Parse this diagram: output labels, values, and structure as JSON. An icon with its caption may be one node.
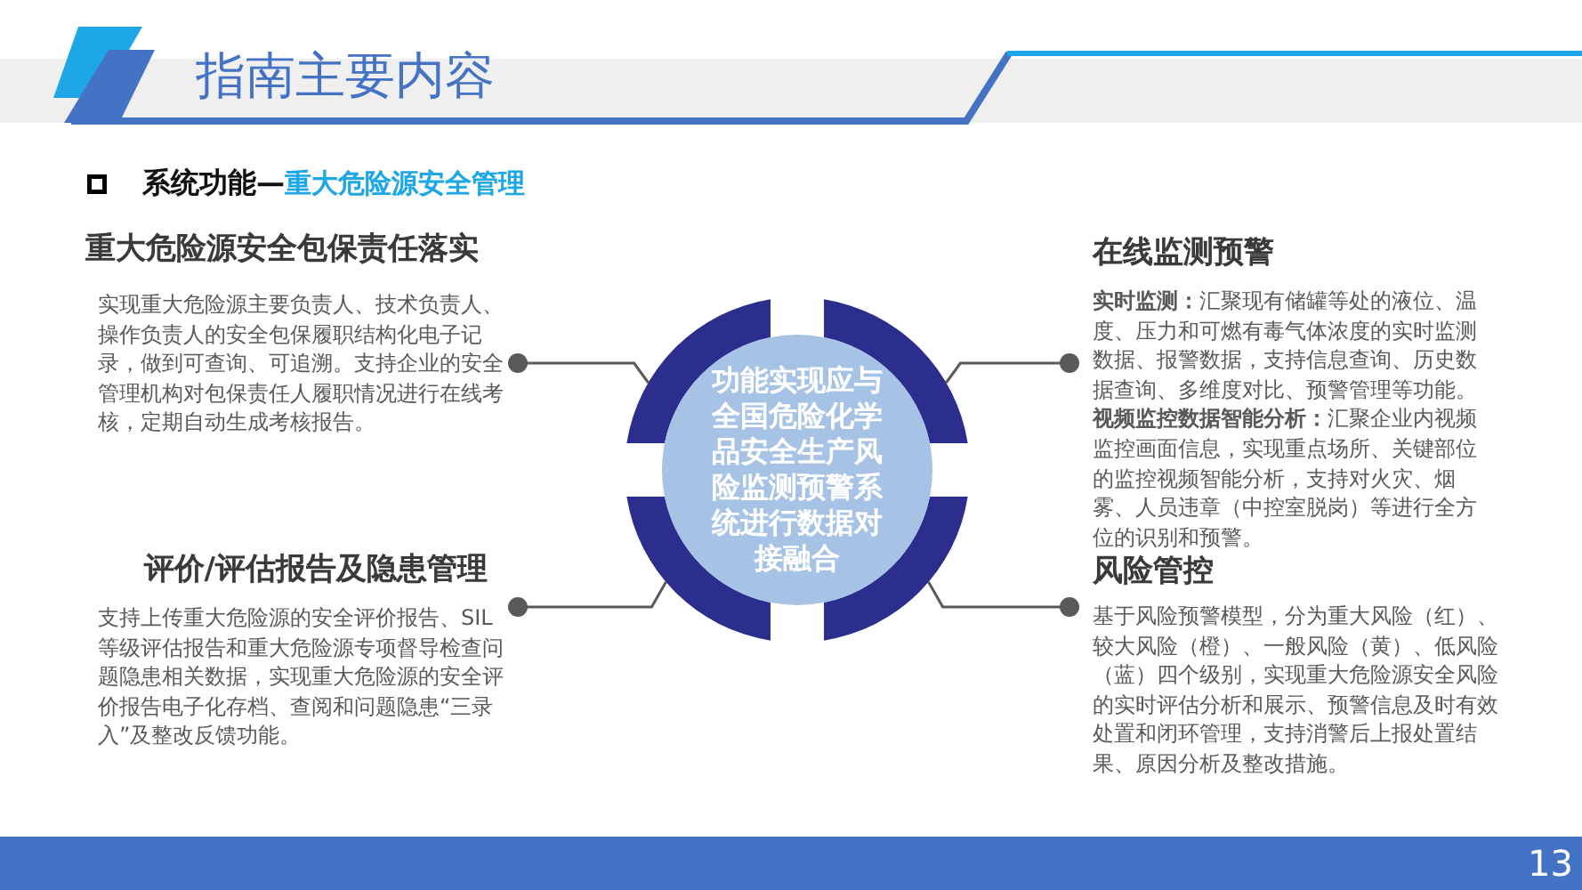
{
  "diagram": {
    "title": "指南主要内容",
    "nodes": [
      {
        "text": [
          "重大危险源安全包保责任落实",
          "实现重大危险源主要负责人、技术负责人、操作负责人的安全包保履职结构化电子记录，做到可查询、可追溯。支持企业的安全管理机构对包保责任人履职情况进行在线考核，定期自动生成考核报告。"
        ]
      },
      {
        "text": [
          "在线监测预警",
          "**实时监测：**汇聚现有储罐等处的液位、温度、压力和可燃有毒气体浓度的实时监测数据、报警数据，支持信息查询、历史数据查询、多维度对比、预警管理等功能。",
          "**视频监控数据智能分析：**汇聚企业内视频监控画面信息，实现重点场所、关键部位的监控视频智能分析，支持对火灾、烟雾、人员违章（中控室脱岗）等进行全方位的识别和预警。"
        ]
      },
      {
        "text": [
          "功能实现应与全国危险化学品安全生产风险监测预警系统进行数据对接融合"
        ]
      },
      {
        "text": [
          "评价/评估报告及隐患管理",
          "支持上传重大危险源的安全评价报告、SIL等级评估报告和重大危险源专项督导检查问题隐患相关数据，实现重大危险源的安全评价报告电子化存档、查阅和问题隐患“三录入”及整改反馈功能。"
        ]
      },
      {
        "text": [
          "风险管控",
          "基于风险预警模型，分为重大风险（红）、较大风险（橙）、一般风险（黄）、低风险（蓝）四个级别，实现重大危险源安全风险的实时评估分析和展示、预警信息及时有效处置和闭环管理，支持消警后上报处置结果、原因分析及整改措施。"
        ]
      }
    ],
    "edges": [
      {
        "from": 0,
        "to": 2,
        "arrow": "other"
      },
      {
        "from": 1,
        "to": 2,
        "arrow": "other"
      },
      {
        "from": 3,
        "to": 2,
        "arrow": "other"
      },
      {
        "from": 4,
        "to": 2,
        "arrow": "other"
      }
    ],
    "labels": [
      "系统功能—",
      "重大危险源安全管理",
      "13"
    ]
  }
}
